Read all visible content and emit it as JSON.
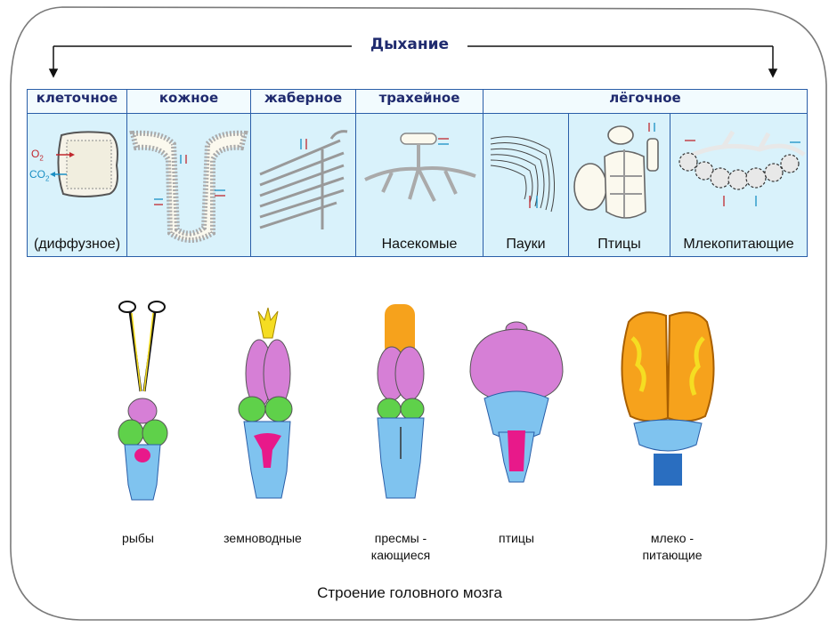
{
  "respiration": {
    "title": "Дыхание",
    "columns": [
      {
        "id": "cellular",
        "header": "клеточное",
        "caption": "(диффузное)",
        "o2": "O",
        "co2": "CO",
        "sub": "2"
      },
      {
        "id": "skin",
        "header": "кожное",
        "caption": ""
      },
      {
        "id": "gill",
        "header": "жаберное",
        "caption": ""
      },
      {
        "id": "tracheal",
        "header": "трахейное",
        "caption": "Насекомые"
      },
      {
        "id": "lung",
        "header": "лёгочное",
        "captions": [
          "Пауки",
          "Птицы",
          "Млекопитающие"
        ]
      }
    ]
  },
  "brain": {
    "title": "Строение головного мозга",
    "items": [
      {
        "id": "fish",
        "label": [
          "рыбы"
        ]
      },
      {
        "id": "amphibians",
        "label": [
          "земноводные"
        ]
      },
      {
        "id": "reptiles",
        "label": [
          "пресмы -",
          "кающиеся"
        ]
      },
      {
        "id": "birds",
        "label": [
          "птицы"
        ]
      },
      {
        "id": "mammals",
        "label": [
          "млеко -",
          "питающие"
        ]
      }
    ]
  },
  "colors": {
    "border": "#2a5ea8",
    "cell": "#d9f2fb",
    "title": "#1f2a6e",
    "pink": "#d67fd6",
    "green": "#5fd14a",
    "blue": "#7fc3ef",
    "yellow": "#f5dd22",
    "orange": "#f6a21c"
  }
}
